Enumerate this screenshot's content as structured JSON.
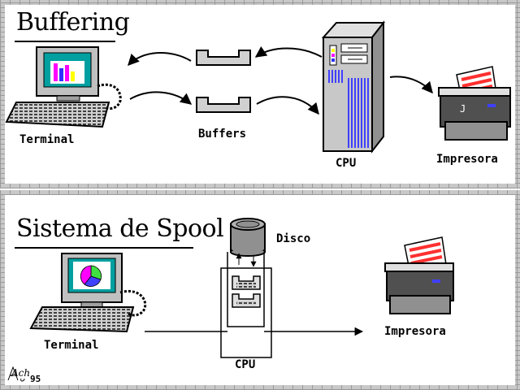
{
  "buffering": {
    "title": "Buffering",
    "labels": {
      "terminal": "Terminal",
      "buffers": "Buffers",
      "cpu": "CPU",
      "printer": "Impresora"
    }
  },
  "spool": {
    "title": "Sistema de Spool",
    "labels": {
      "terminal": "Terminal",
      "disk": "Disco",
      "cpu": "CPU",
      "printer": "Impresora"
    }
  },
  "signature": {
    "initials": "Ach",
    "year": "95"
  },
  "colors": {
    "screen_bg": "#00a0a0",
    "bar_magenta": "#ff00ff",
    "bar_yellow": "#ffff00",
    "bar_blue": "#3030ff",
    "pie_magenta": "#ff00ff",
    "pie_green": "#40e040",
    "pie_blue": "#4040ff",
    "paper_red": "#ff3030",
    "cpu_blue": "#4040ff",
    "device_gray": "#c0c0c0"
  }
}
